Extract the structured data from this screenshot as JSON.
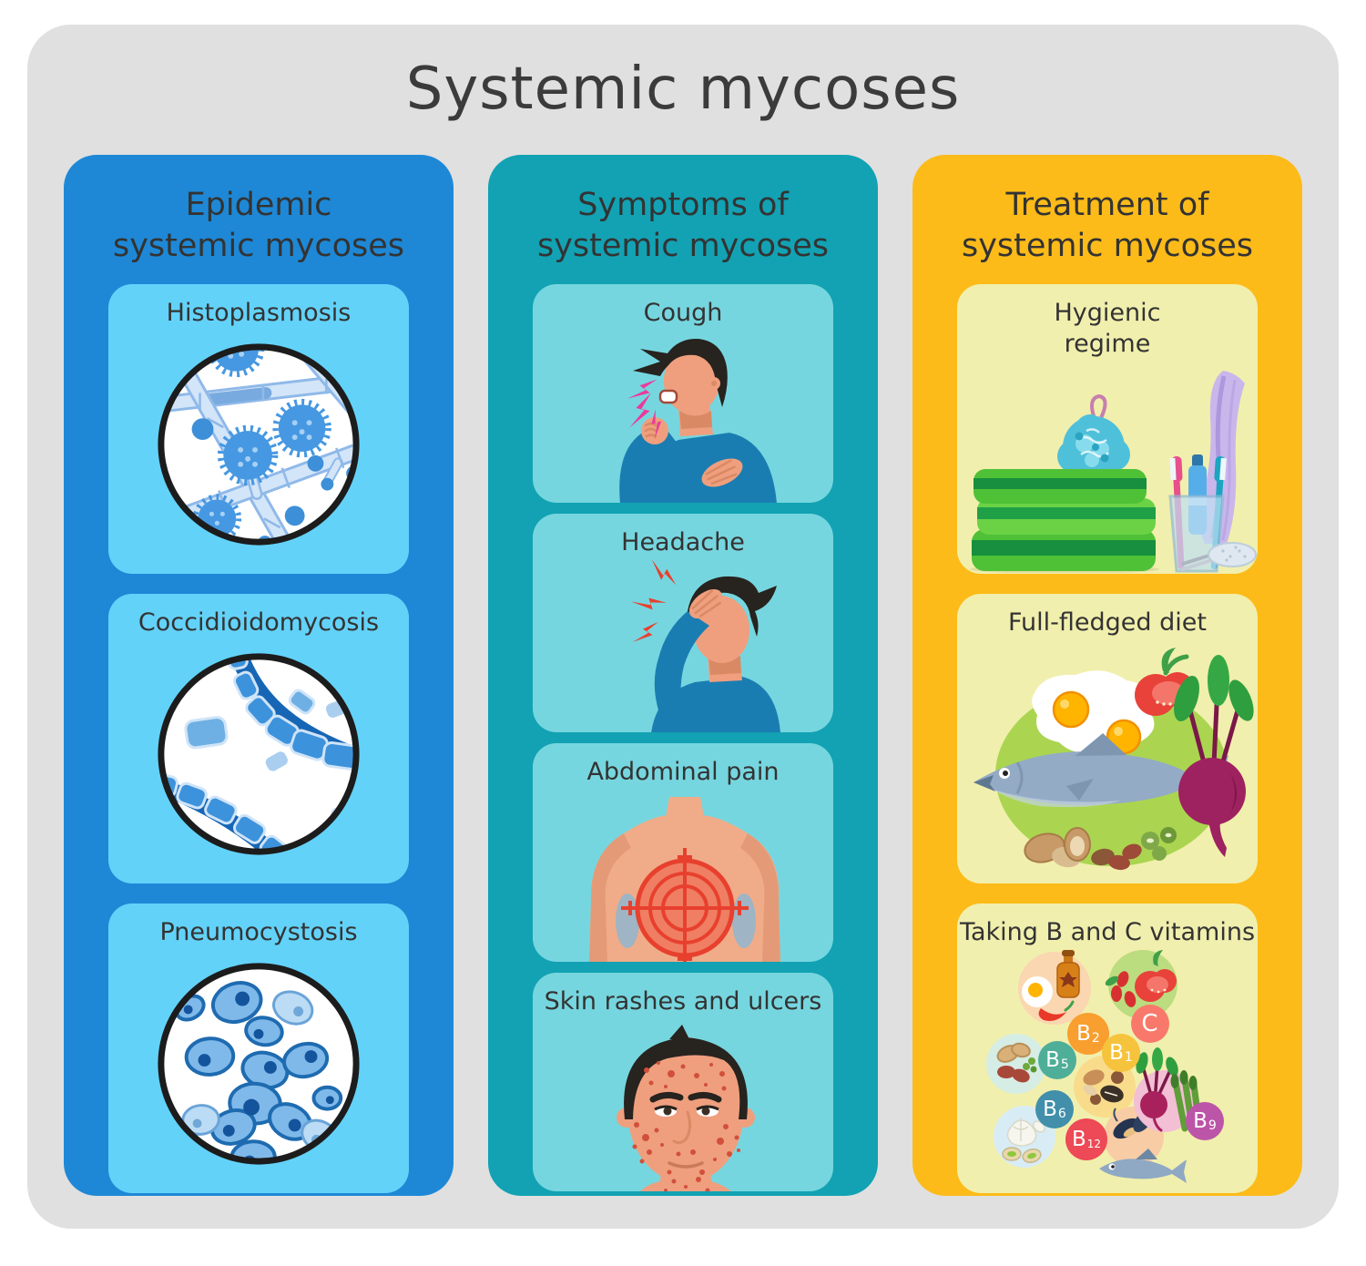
{
  "title": "Systemic mycoses",
  "colors": {
    "page_bg": "#ffffff",
    "board_bg": "#e0e0e0",
    "title_text": "#3b3b3b",
    "heading_text": "#333333",
    "epidemic_panel": "#1e88d6",
    "epidemic_card": "#63d2f9",
    "symptoms_panel": "#12a2b3",
    "symptoms_card": "#76d6df",
    "treatment_panel": "#fcbb19",
    "treatment_card": "#f1efad"
  },
  "columns": {
    "epidemic": {
      "header_line1": "Epidemic",
      "header_line2": "systemic mycoses",
      "cards": [
        {
          "label": "Histoplasmosis",
          "illustration": "histoplasmosis-microscopy"
        },
        {
          "label": "Coccidioidomycosis",
          "illustration": "coccidioidomycosis-microscopy"
        },
        {
          "label": "Pneumocystosis",
          "illustration": "pneumocystosis-microscopy"
        }
      ]
    },
    "symptoms": {
      "header_line1": "Symptoms of",
      "header_line2": "systemic mycoses",
      "cards": [
        {
          "label": "Cough",
          "illustration": "coughing-man"
        },
        {
          "label": "Headache",
          "illustration": "man-holding-head"
        },
        {
          "label": "Abdominal pain",
          "illustration": "torso-pain-target"
        },
        {
          "label": "Skin rashes and ulcers",
          "illustration": "face-with-rash"
        }
      ]
    },
    "treatment": {
      "header_line1": "Treatment of",
      "header_line2": "systemic mycoses",
      "cards": [
        {
          "label_line1": "Hygienic",
          "label_line2": "regime",
          "illustration": "hygiene-items"
        },
        {
          "label": "Full-fledged diet",
          "illustration": "healthy-foods"
        },
        {
          "label": "Taking B and C vitamins",
          "illustration": "vitamin-food-clusters",
          "vitamins": [
            {
              "base": "B",
              "sub": "2",
              "color": "#f89f30"
            },
            {
              "base": "C",
              "sub": "",
              "color": "#f8796b"
            },
            {
              "base": "B",
              "sub": "5",
              "color": "#4fae98"
            },
            {
              "base": "B",
              "sub": "1",
              "color": "#f6c33c"
            },
            {
              "base": "B",
              "sub": "6",
              "color": "#418faa"
            },
            {
              "base": "B",
              "sub": "12",
              "color": "#ed4956"
            },
            {
              "base": "B",
              "sub": "9",
              "color": "#bc55a8"
            }
          ]
        }
      ]
    }
  }
}
